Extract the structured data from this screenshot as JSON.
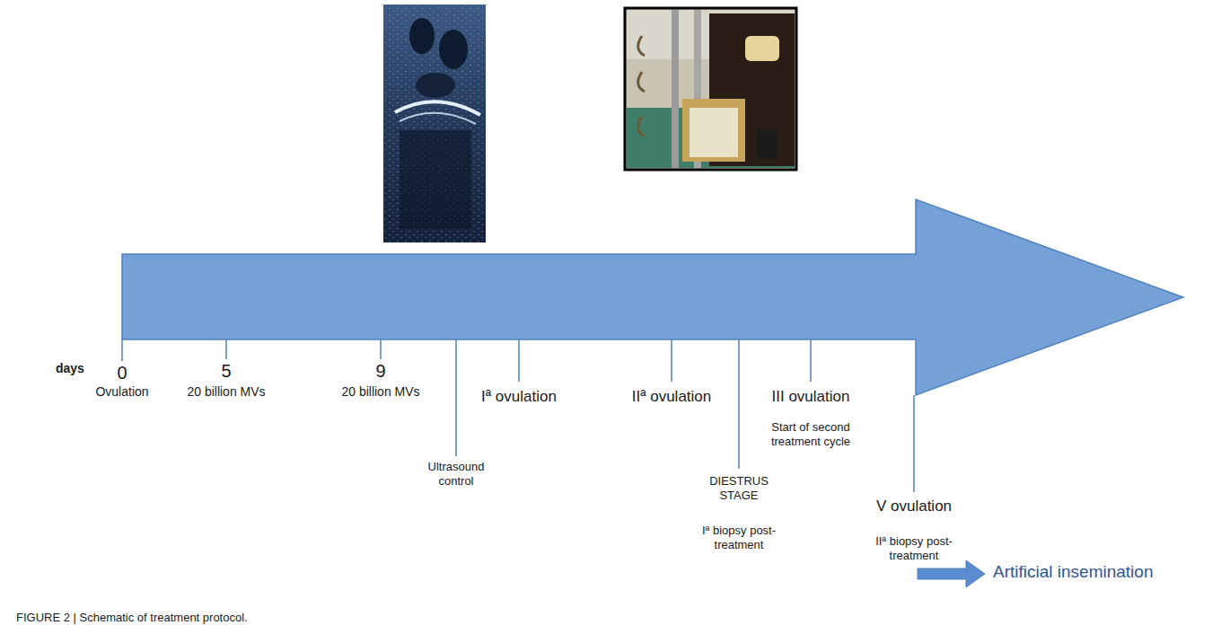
{
  "diagram": {
    "caption": "FIGURE 2 | Schematic of treatment protocol.",
    "labels": [
      "days",
      "0",
      "Ovulation",
      "5",
      "20 billion MVs",
      "9",
      "20 billion MVs",
      "Ultrasound control",
      "Iª ovulation",
      "IIª ovulation",
      "DIESTRUS STAGE",
      "Iª biopsy post-treatment",
      "III ovulation",
      "Start of second treatment cycle",
      "V ovulation",
      "IIª biopsy post-treatment",
      "Artificial insemination"
    ]
  }
}
